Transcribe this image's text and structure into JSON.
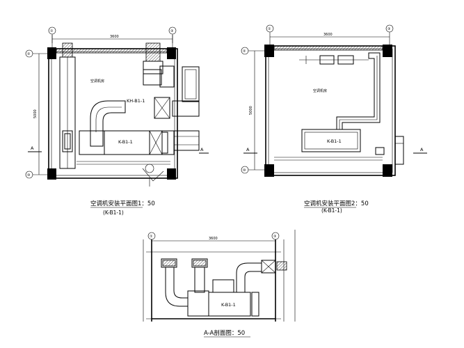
{
  "plan1": {
    "caption": "空调机安装平面图1：50",
    "sub_caption": "(K-B1-1)",
    "unit_k": "K-B1-1",
    "unit_kh": "KH-B1-1",
    "axis_top_left": "①",
    "axis_top_right": "③",
    "axis_left_top": "②",
    "axis_left_bottom": "⑩",
    "section_mark": "A"
  },
  "plan2": {
    "caption": "空调机安装平面图2：50",
    "sub_caption": "(K-B1-1)",
    "unit_k": "K-B1-1",
    "axis_top_left": "①",
    "axis_top_right": "③",
    "axis_left_top": "②",
    "axis_left_bottom": "⑩",
    "section_mark": "A"
  },
  "section": {
    "caption": "A-A剖面图：50",
    "unit_k": "K-B1-1",
    "axis_left": "①",
    "axis_right": "③"
  }
}
